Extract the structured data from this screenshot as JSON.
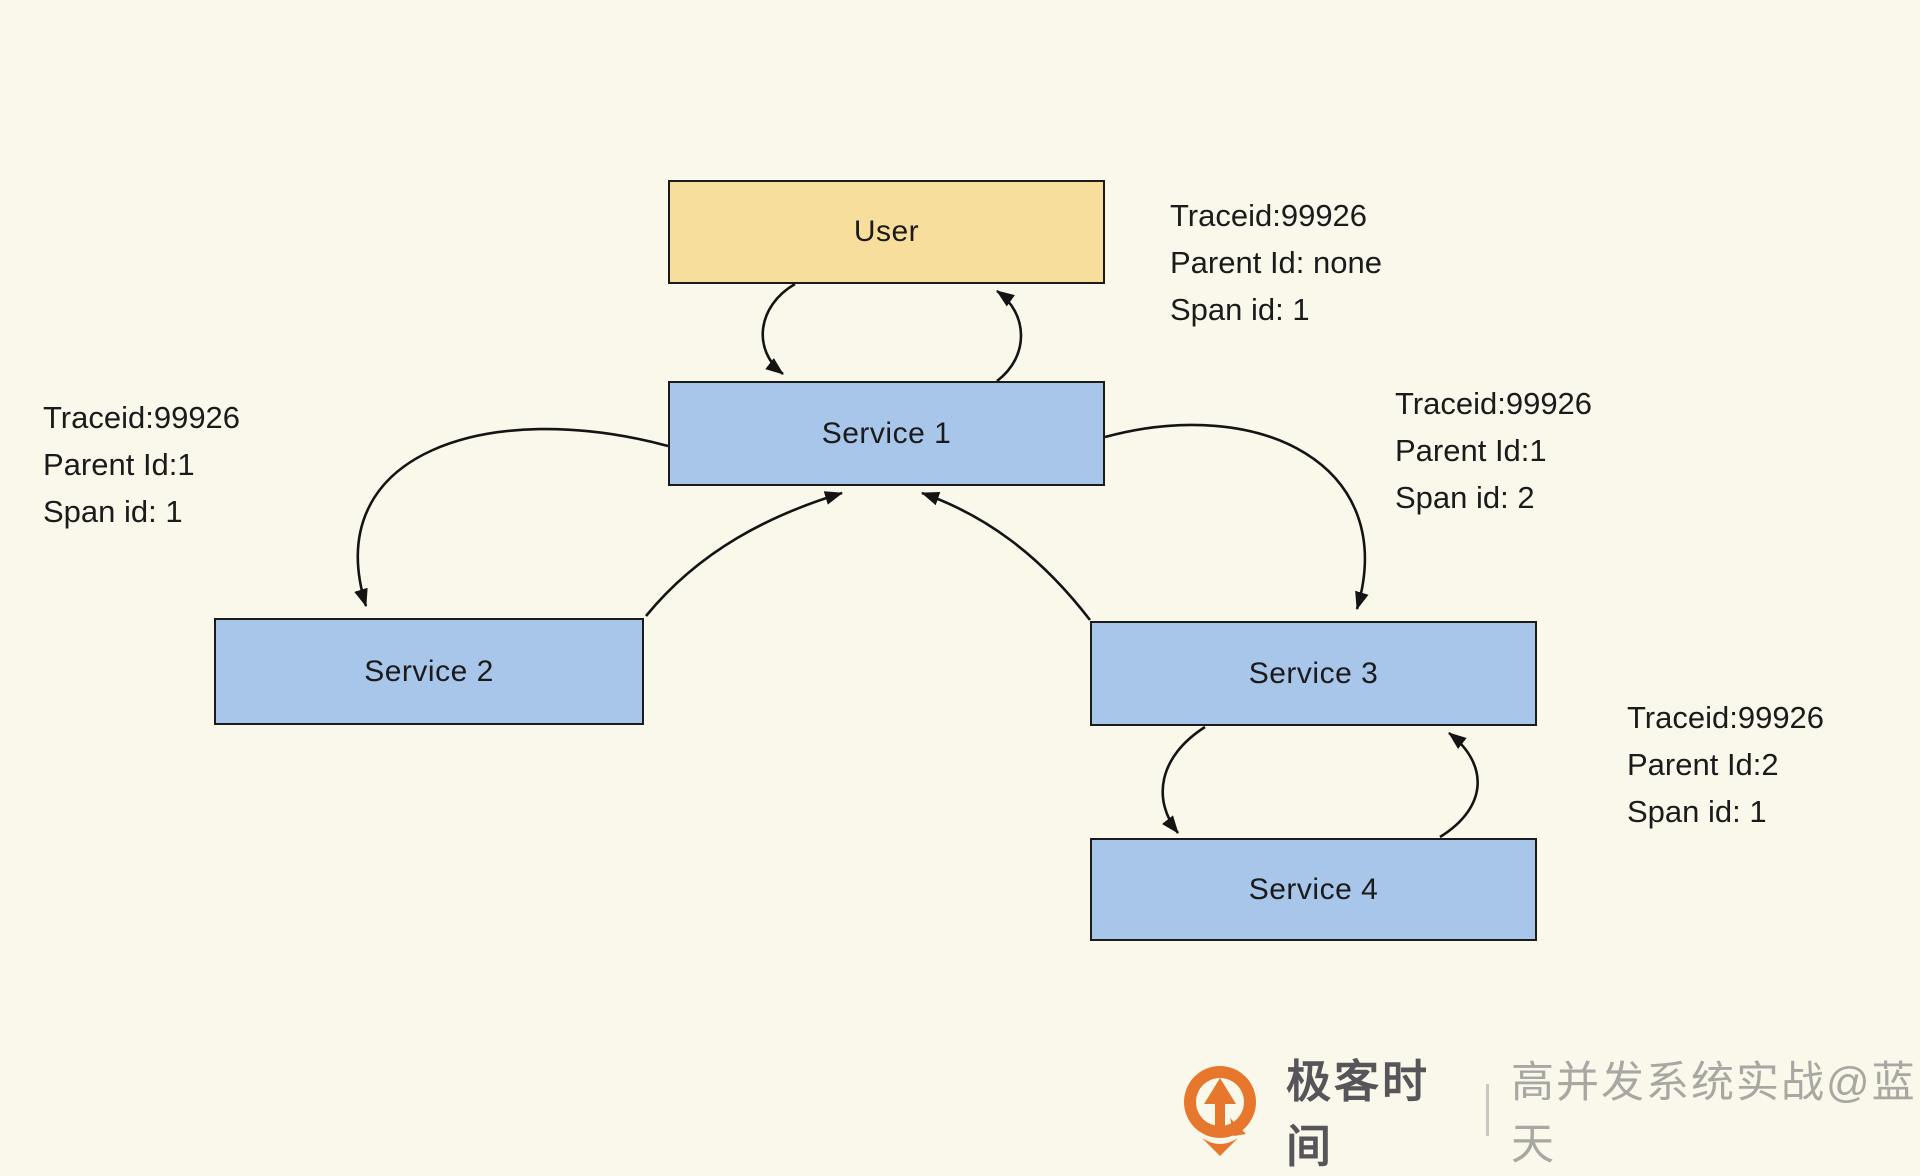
{
  "colors": {
    "background": "#FAF8EA",
    "user_box_fill": "#F7DE9C",
    "service_box_fill": "#A8C5EA",
    "box_border": "#1B1B1B",
    "arrow": "#141414",
    "text": "#1B1B1B",
    "logo_orange": "#E8772E",
    "logo_text_gray": "#57555A",
    "watermark_gray": "#A9A7A2"
  },
  "diagram": {
    "type": "distributed-tracing-call-graph",
    "nodes": {
      "user": {
        "label": "User"
      },
      "service1": {
        "label": "Service 1"
      },
      "service2": {
        "label": "Service 2"
      },
      "service3": {
        "label": "Service 3"
      },
      "service4": {
        "label": "Service 4"
      }
    },
    "edges": [
      {
        "from": "User",
        "to": "Service 1"
      },
      {
        "from": "Service 1",
        "to": "User"
      },
      {
        "from": "Service 1",
        "to": "Service 2"
      },
      {
        "from": "Service 2",
        "to": "Service 1"
      },
      {
        "from": "Service 1",
        "to": "Service 3"
      },
      {
        "from": "Service 3",
        "to": "Service 1"
      },
      {
        "from": "Service 3",
        "to": "Service 4"
      },
      {
        "from": "Service 4",
        "to": "Service 3"
      }
    ],
    "annotations": {
      "user_call": {
        "lines": [
          "Traceid:99926",
          "Parent Id: none",
          "Span id: 1"
        ]
      },
      "service2_call": {
        "lines": [
          "Traceid:99926",
          "Parent Id:1",
          "Span id: 1"
        ]
      },
      "service3_call": {
        "lines": [
          "Traceid:99926",
          "Parent Id:1",
          "Span id: 2"
        ]
      },
      "service4_call": {
        "lines": [
          "Traceid:99926",
          "Parent Id:2",
          "Span id: 1"
        ]
      }
    }
  },
  "brand": {
    "name": "极客时间",
    "watermark": "高并发系统实战@蓝天"
  }
}
